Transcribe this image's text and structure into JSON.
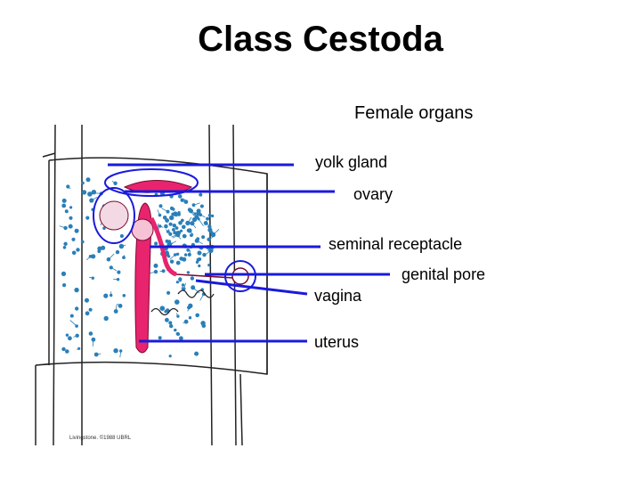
{
  "slide": {
    "title": "Class Cestoda",
    "subtitle": "Female organs"
  },
  "labels": {
    "yolk_gland": "yolk gland",
    "ovary": "ovary",
    "seminal_receptacle": "seminal receptacle",
    "genital_pore": "genital pore",
    "vagina": "vagina",
    "uterus": "uterus"
  },
  "credit": "Livingstone. ©1988 UBRL",
  "colors": {
    "leader_line": "#1a1adc",
    "organ_pink": "#e8246e",
    "yolk_blue": "#2a7fb8",
    "outline": "#222222"
  }
}
